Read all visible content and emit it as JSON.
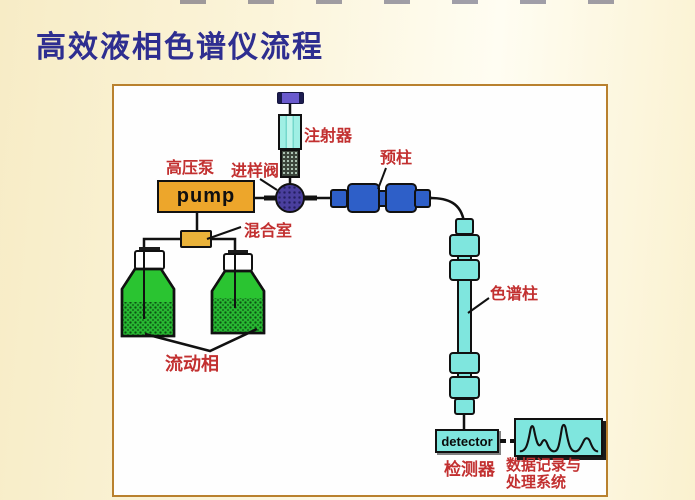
{
  "title": "高效液相色谱仪流程",
  "colors": {
    "title_navy": "#2E2E90",
    "label_red": "#C23030",
    "pump_orange": "#EDA62B",
    "mixer_orange": "#E9B23A",
    "tubing_cyan": "#7FE6DE",
    "fitting_blue": "#2E5FC8",
    "valve_purple": "#4A3F9E",
    "bottle_green": "#2AC431",
    "panel_border": "#B9812E"
  },
  "diagram": {
    "labels": {
      "syringe": "注射器",
      "high_pressure_pump": "高压泵",
      "injection_valve": "进样阀",
      "guard_column": "预柱",
      "mixing_chamber": "混合室",
      "mobile_phase": "流动相",
      "column": "色谱柱",
      "detector_cn": "检测器",
      "data_system_line1": "数据记录与",
      "data_system_line2": "处理系统"
    },
    "device_text": {
      "pump": "pump",
      "detector": "detector"
    }
  }
}
